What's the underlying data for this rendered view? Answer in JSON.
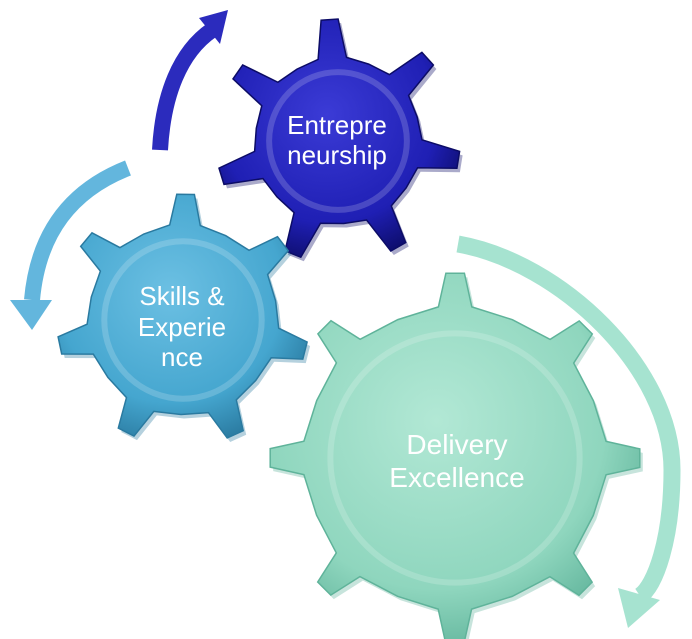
{
  "diagram": {
    "gears": [
      {
        "key": "entrepreneurship",
        "lines": [
          "Entrepre",
          "neurship"
        ],
        "color": "#1f1fb4",
        "dark": "#0c0c66",
        "light": "#4d4de6"
      },
      {
        "key": "skills",
        "lines": [
          "Skills &",
          "Experie",
          "nce"
        ],
        "color": "#45a6cf",
        "dark": "#2a7aa0",
        "light": "#8fd0ec"
      },
      {
        "key": "delivery",
        "lines": [
          "Delivery",
          "Excellence"
        ],
        "color": "#8fd6be",
        "dark": "#5fb39a",
        "light": "#c7efe1"
      }
    ],
    "arrows": [
      {
        "key": "arrow-top",
        "color": "#2b2bbd"
      },
      {
        "key": "arrow-left",
        "color": "#63b6dd"
      },
      {
        "key": "arrow-right",
        "color": "#a6e3d0"
      }
    ]
  }
}
